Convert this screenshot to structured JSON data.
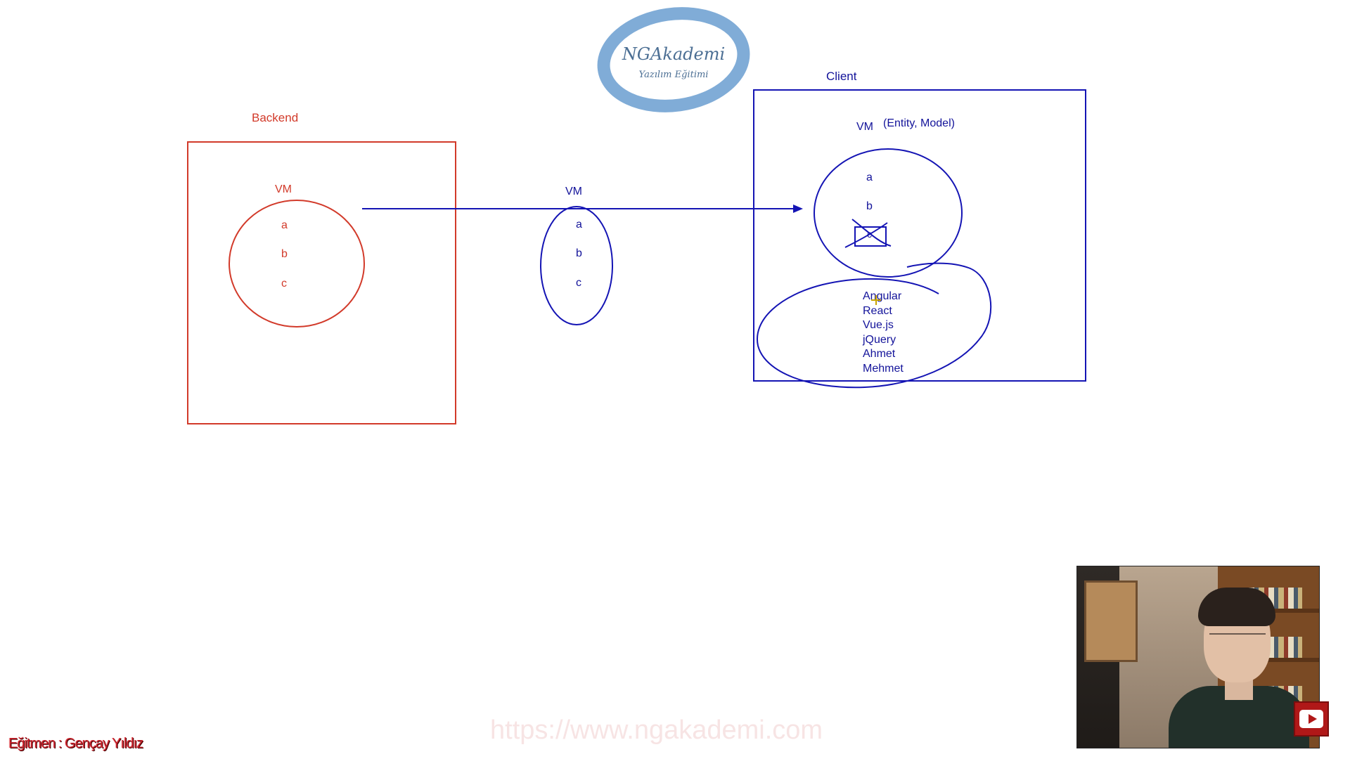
{
  "logo": {
    "title": "NGAkademi",
    "subtitle": "Yazılım Eğitimi"
  },
  "backend": {
    "label": "Backend",
    "vm_label": "VM",
    "items": [
      "a",
      "b",
      "c"
    ]
  },
  "middle": {
    "vm_label": "VM",
    "items": [
      "a",
      "b",
      "c"
    ]
  },
  "client": {
    "label": "Client",
    "vm_label": "VM",
    "vm_note": "(Entity, Model)",
    "items": [
      "a",
      "b",
      "c"
    ],
    "frameworks": [
      "Angular",
      "React",
      "Vue.js",
      "jQuery",
      "Ahmet",
      "Mehmet"
    ]
  },
  "footer": {
    "instructor": "Eğitmen : Gençay Yıldız",
    "watermark": "https://www.ngakademi.com"
  },
  "colors": {
    "backend": "#d23a2a",
    "client": "#1414b4",
    "logo": "#6a9ed0"
  },
  "icons": {
    "youtube": "youtube-play-icon"
  }
}
